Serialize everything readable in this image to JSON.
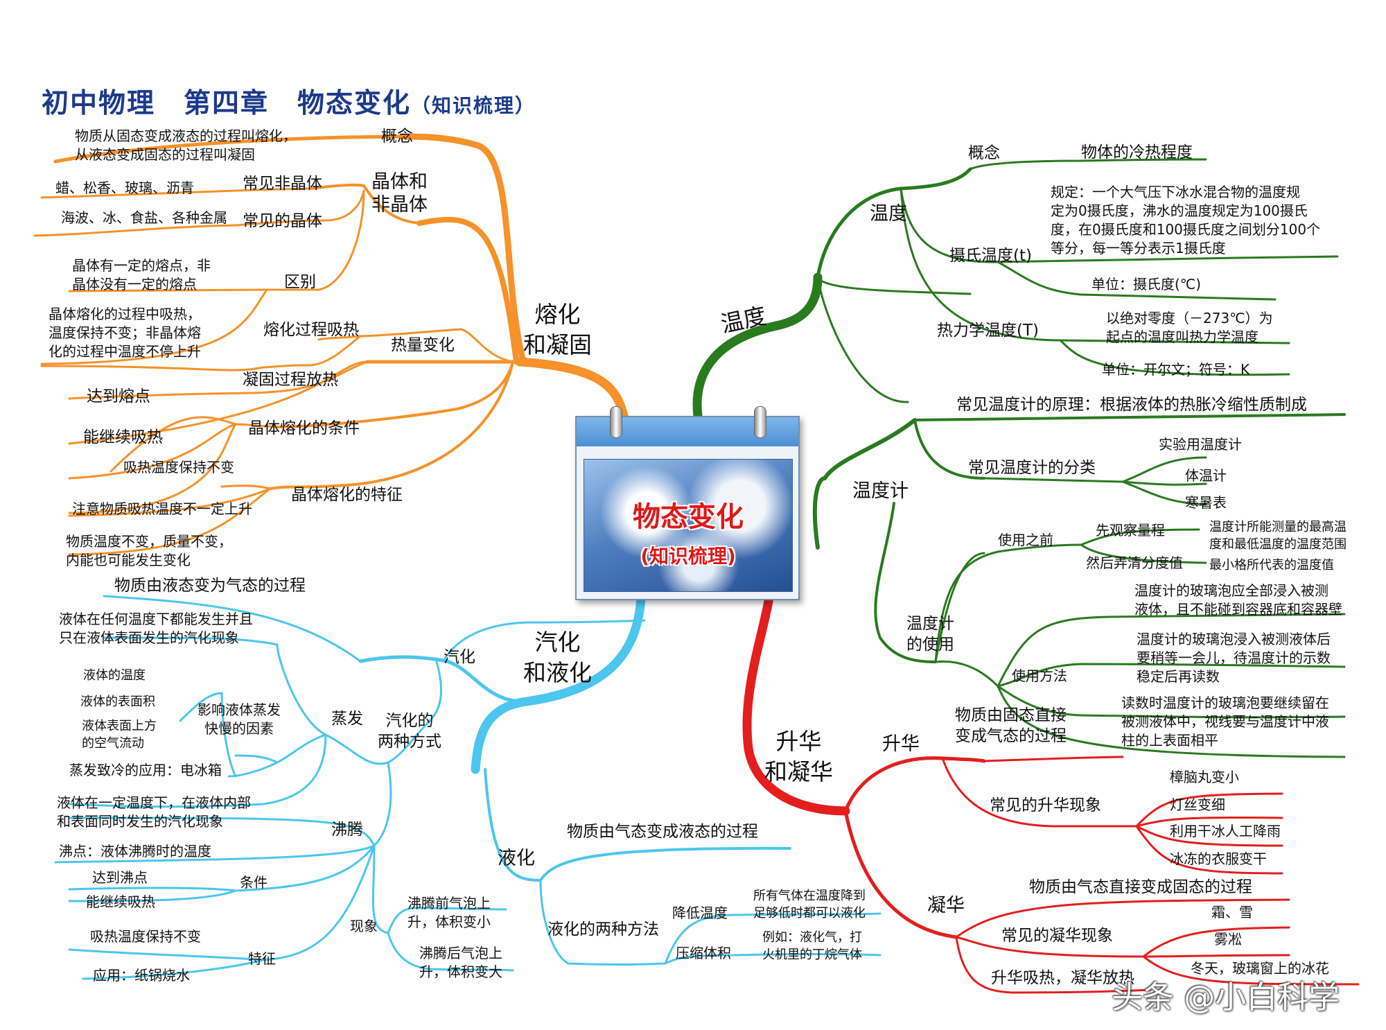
{
  "title": {
    "main": "初中物理　第四章　物态变化",
    "sub": "（知识梳理）"
  },
  "center": {
    "title": "物态变化",
    "subtitle": "(知识梳理)"
  },
  "colors": {
    "melting": "#f5922a",
    "temperature": "#2a7a20",
    "vaporization": "#4cc6ee",
    "sublimation": "#e41e1e",
    "title": "#1c3a8c"
  },
  "branches": {
    "melting": {
      "label": "熔化\n和凝固",
      "concept": {
        "label": "概念",
        "text": "物质从固态变成液态的过程叫熔化，\n从液态变成固态的过程叫凝固"
      },
      "crystal": {
        "label": "晶体和\n非晶体",
        "noncrystal_label": "常见非晶体",
        "noncrystal_text": "蜡、松香、玻璃、沥青",
        "crystal_label": "常见的晶体",
        "crystal_text": "海波、冰、食盐、各种金属",
        "diff_label": "区别",
        "diff_text1": "晶体有一定的熔点，非\n晶体没有一定的熔点",
        "diff_text2": "晶体熔化的过程中吸热，\n温度保持不变；非晶体熔\n化的过程中温度不停上升"
      },
      "heat": {
        "label": "热量变化",
        "melt": "熔化过程吸热",
        "solidify": "凝固过程放热"
      },
      "condition": {
        "label": "晶体熔化的条件",
        "item1": "达到熔点",
        "item2": "能继续吸热"
      },
      "feature": {
        "label": "晶体熔化的特征",
        "item1": "吸热温度保持不变",
        "item2": "注意物质吸热温度不一定上升",
        "item3": "物质温度不变，质量不变，\n内能也可能发生变化"
      }
    },
    "temperature": {
      "label": "温度",
      "temp": {
        "label": "温度",
        "concept_label": "概念",
        "concept_text": "物体的冷热程度",
        "celsius_label": "摄氏温度(t)",
        "celsius_rule": "规定：一个大气压下冰水混合物的温度规\n定为0摄氏度，沸水的温度规定为100摄氏\n度，在0摄氏度和100摄氏度之间划分100个\n等分，每一等分表示1摄氏度",
        "celsius_unit": "单位：摄氏度(℃)",
        "kelvin_label": "热力学温度(T)",
        "kelvin_text": "以绝对零度（－273℃）为\n起点的温度叫热力学温度",
        "kelvin_unit": "单位：开尔文；符号：K"
      },
      "thermometer": {
        "label": "温度计",
        "principle": "常见温度计的原理：根据液体的热胀冷缩性质制成",
        "class_label": "常见温度计的分类",
        "class_items": [
          "实验用温度计",
          "体温计",
          "寒暑表"
        ],
        "usage_label": "温度计\n的使用",
        "before_label": "使用之前",
        "range_label": "先观察量程",
        "range_text": "温度计所能测量的最高温\n度和最低温度的温度范围",
        "div_label": "然后弄清分度值",
        "div_text": "最小格所代表的温度值",
        "method_label": "使用方法",
        "method1": "温度计的玻璃泡应全部浸入被测\n液体，且不能碰到容器底和容器壁",
        "method2": "温度计的玻璃泡浸入被测液体后\n要稍等一会儿，待温度计的示数\n稳定后再读数",
        "method3": "读数时温度计的玻璃泡要继续留在\n被测液体中，视线要与温度计中液\n柱的上表面相平"
      }
    },
    "vaporization": {
      "label": "汽化\n和液化",
      "vapor": {
        "label": "汽化",
        "def": "物质由液态变为气态的过程",
        "ways_label": "汽化的\n两种方式",
        "evap": {
          "label": "蒸发",
          "def": "液体在任何温度下都能发生并且\n只在液体表面发生的汽化现象",
          "factors_label": "影响液体蒸发\n快慢的因素",
          "factors": [
            "液体的温度",
            "液体的表面积",
            "液体表面上方\n的空气流动"
          ],
          "app": "蒸发致冷的应用：电冰箱"
        },
        "boil": {
          "label": "沸腾",
          "def": "液体在一定温度下，在液体内部\n和表面同时发生的汽化现象",
          "point": "沸点：液体沸腾时的温度",
          "cond_label": "条件",
          "cond1": "达到沸点",
          "cond2": "能继续吸热",
          "feat_label": "特征",
          "feat1": "吸热温度保持不变",
          "feat2": "应用：纸锅烧水",
          "phen_label": "现象",
          "phen1": "沸腾前气泡上\n升，体积变小",
          "phen2": "沸腾后气泡上\n升，体积变大"
        }
      },
      "liquefy": {
        "label": "液化",
        "def": "物质由气态变成液态的过程",
        "ways_label": "液化的两种方法",
        "lower_label": "降低温度",
        "lower_text": "所有气体在温度降到\n足够低时都可以液化",
        "compress_label": "压缩体积",
        "compress_text": "例如：液化气，打\n火机里的丁烷气体"
      }
    },
    "sublimation": {
      "label": "升华\n和凝华",
      "sub": {
        "label": "升华",
        "def": "物质由固态直接\n变成气态的过程",
        "examples_label": "常见的升华现象",
        "examples": [
          "樟脑丸变小",
          "灯丝变细",
          "利用干冰人工降雨",
          "冰冻的衣服变干"
        ]
      },
      "dep": {
        "label": "凝华",
        "def": "物质由气态直接变成固态的过程",
        "examples_label": "常见的凝华现象",
        "examples": [
          "霜、雪",
          "雾凇",
          "冬天，玻璃窗上的冰花"
        ],
        "heat": "升华吸热，凝华放热"
      }
    }
  },
  "watermark": "头条 @小白科学"
}
